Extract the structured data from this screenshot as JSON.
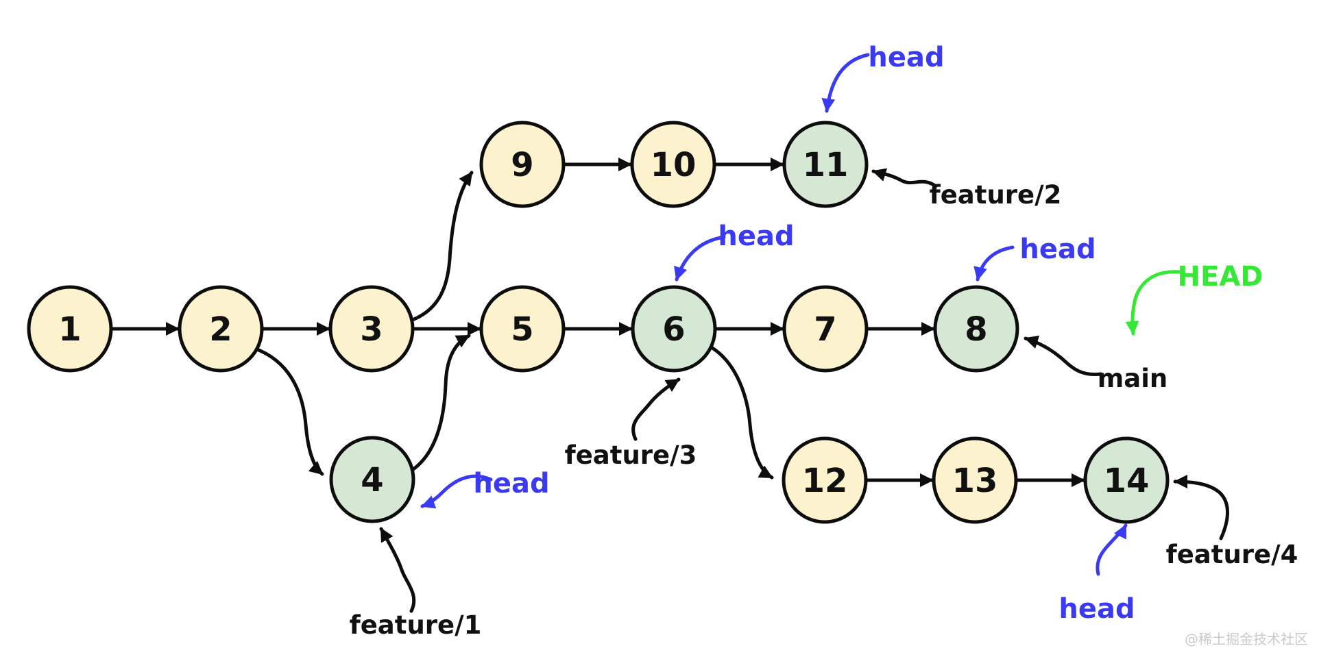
{
  "diagram_type": "git-commit-graph",
  "commits": [
    "1",
    "2",
    "3",
    "4",
    "5",
    "6",
    "7",
    "8",
    "9",
    "10",
    "11",
    "12",
    "13",
    "14"
  ],
  "refs": {
    "head_lower": "head",
    "head_upper": "HEAD",
    "main": "main",
    "feature1": "feature/1",
    "feature2": "feature/2",
    "feature3": "feature/3",
    "feature4": "feature/4"
  },
  "structure": {
    "main_chain": [
      "1",
      "2",
      "3",
      "5",
      "6",
      "7",
      "8"
    ],
    "feature1_chain": [
      "2",
      "4"
    ],
    "feature2_chain": [
      "3",
      "9",
      "10",
      "11"
    ],
    "feature3_points_to": "6",
    "feature4_chain": [
      "6",
      "12",
      "13",
      "14"
    ],
    "merge_edge": "4->5",
    "head_points_to": [
      "4",
      "6",
      "8",
      "11",
      "14"
    ],
    "HEAD_points_to": "main"
  },
  "colors": {
    "commit_fill": "#fcf2cd",
    "branch_tip_fill": "#d5e8d4",
    "outline": "#0d0d0d",
    "head_pointer_blue": "#3a3af2",
    "HEAD_pointer_green": "#35e835",
    "branch_label_black": "#111111",
    "watermark_gray": "#c9c9c9"
  },
  "watermark": "@稀土掘金技术社区"
}
